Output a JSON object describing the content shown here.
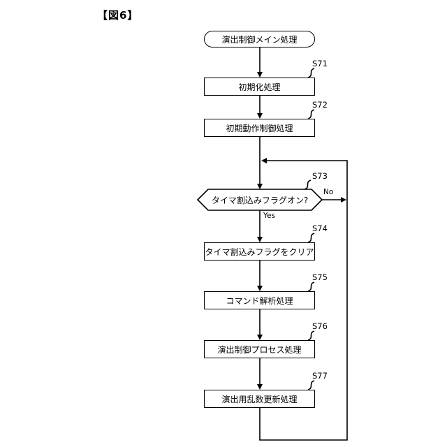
{
  "figure": {
    "title": "【図6】"
  },
  "flowchart": {
    "start": {
      "label": "演出制御メイン処理"
    },
    "steps": [
      {
        "id": "S71",
        "label": "初期化処理"
      },
      {
        "id": "S72",
        "label": "初期動作制御処理"
      },
      {
        "id": "S74",
        "label": "タイマ割込みフラグをクリア"
      },
      {
        "id": "S75",
        "label": "コマンド解析処理"
      },
      {
        "id": "S76",
        "label": "演出制御プロセス処理"
      },
      {
        "id": "S77",
        "label": "演出用乱数更新処理"
      }
    ],
    "decision": {
      "id": "S73",
      "label": "タイマ割込みフラグオン?",
      "yes_label": "Yes",
      "no_label": "No"
    },
    "colors": {
      "line": "#000000",
      "background": "#ffffff"
    }
  }
}
